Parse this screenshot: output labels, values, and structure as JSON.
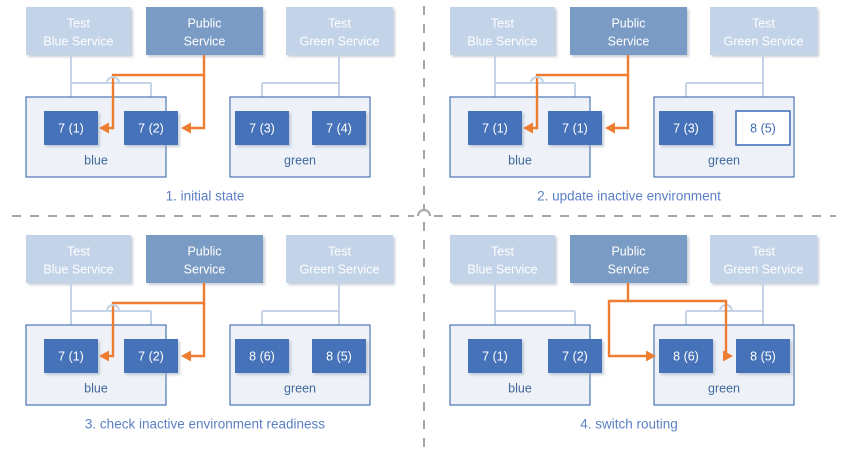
{
  "colors": {
    "test_service_fill": "#c3d3e8",
    "public_service_fill": "#7a9bc4",
    "instance_fill": "#4472b8",
    "instance_open_fill": "#ffffff",
    "instance_border": "#4472b8",
    "env_fill": "#eef2f8",
    "env_border": "#4a76b5",
    "grey_connector": "#c5d3e6",
    "orange_connector": "#ed7d31",
    "caption_text": "#5b7fc4",
    "env_label_text": "#41699c",
    "divider": "#a6a6a6",
    "white": "#ffffff"
  },
  "legend": {
    "test_blue_service": "Test\nBlue Service",
    "public_service": "Public\nService",
    "test_green_service": "Test\nGreen Service"
  },
  "service_labels": {
    "test_blue_line1": "Test",
    "test_blue_line2": "Blue Service",
    "public_line1": "Public",
    "public_line2": "Service",
    "test_green_line1": "Test",
    "test_green_line2": "Green Service"
  },
  "env_names": {
    "blue": "blue",
    "green": "green"
  },
  "panels": [
    {
      "id": "panel-1",
      "caption": "1. initial state",
      "blue_env": {
        "name": "blue",
        "instances": [
          {
            "label": "7 (1)",
            "style": "filled"
          },
          {
            "label": "7 (2)",
            "style": "filled"
          }
        ]
      },
      "green_env": {
        "name": "green",
        "instances": [
          {
            "label": "7 (3)",
            "style": "filled"
          },
          {
            "label": "7 (4)",
            "style": "filled"
          }
        ]
      },
      "public_routed_to": "blue",
      "test_blue_active": true,
      "test_green_active": true
    },
    {
      "id": "panel-2",
      "caption": "2. update inactive environment",
      "blue_env": {
        "name": "blue",
        "instances": [
          {
            "label": "7 (1)",
            "style": "filled"
          },
          {
            "label": "7 (1)",
            "style": "filled"
          }
        ]
      },
      "green_env": {
        "name": "green",
        "instances": [
          {
            "label": "7 (3)",
            "style": "filled"
          },
          {
            "label": "8 (5)",
            "style": "open"
          }
        ]
      },
      "public_routed_to": "blue",
      "test_blue_active": true,
      "test_green_active": true
    },
    {
      "id": "panel-3",
      "caption": "3. check inactive environment readiness",
      "blue_env": {
        "name": "blue",
        "instances": [
          {
            "label": "7 (1)",
            "style": "filled"
          },
          {
            "label": "7 (2)",
            "style": "filled"
          }
        ]
      },
      "green_env": {
        "name": "green",
        "instances": [
          {
            "label": "8 (6)",
            "style": "filled"
          },
          {
            "label": "8 (5)",
            "style": "filled"
          }
        ]
      },
      "public_routed_to": "blue",
      "test_blue_active": true,
      "test_green_active": true
    },
    {
      "id": "panel-4",
      "caption": "4. switch routing",
      "blue_env": {
        "name": "blue",
        "instances": [
          {
            "label": "7 (1)",
            "style": "filled"
          },
          {
            "label": "7 (2)",
            "style": "filled"
          }
        ]
      },
      "green_env": {
        "name": "green",
        "instances": [
          {
            "label": "8 (6)",
            "style": "filled"
          },
          {
            "label": "8 (5)",
            "style": "filled"
          }
        ]
      },
      "public_routed_to": "green",
      "test_blue_active": true,
      "test_green_active": true
    }
  ]
}
